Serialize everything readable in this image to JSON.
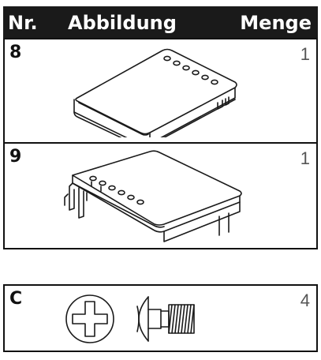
{
  "table": {
    "headers": {
      "nr": "Nr.",
      "abbildung": "Abbildung",
      "menge": "Menge"
    },
    "rows": [
      {
        "nr": "8",
        "menge": "1",
        "part": "cover-part-8-icon"
      },
      {
        "nr": "9",
        "menge": "1",
        "part": "cover-part-9-icon"
      }
    ]
  },
  "hardware": {
    "nr": "C",
    "menge": "4",
    "part": "phillips-screw-icon"
  }
}
